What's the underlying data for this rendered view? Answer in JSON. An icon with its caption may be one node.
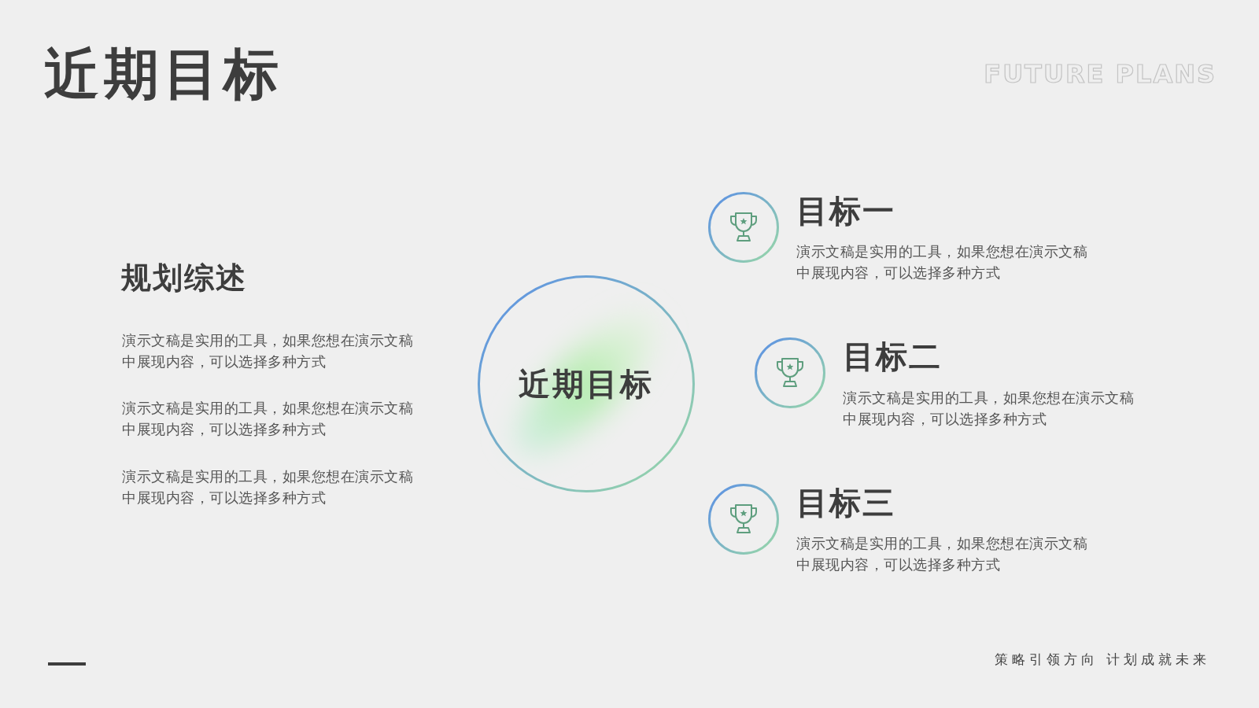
{
  "diagram": {
    "title": "近期目标",
    "nodes": [
      {
        "text": [
          "近期目标"
        ]
      },
      {
        "text": [
          "目标一",
          "演示文稿是实用的工具，如果您想在演示文稿中展现内容，可以选择多种方式"
        ]
      },
      {
        "text": [
          "目标二",
          "演示文稿是实用的工具，如果您想在演示文稿中展现内容，可以选择多种方式"
        ]
      },
      {
        "text": [
          "目标三",
          "演示文稿是实用的工具，如果您想在演示文稿中展现内容，可以选择多种方式"
        ]
      }
    ],
    "labels": [
      "FUTURE PLANS",
      "规划综述",
      "演示文稿是实用的工具，如果您想在演示文稿中展现内容，可以选择多种方式",
      "演示文稿是实用的工具，如果您想在演示文稿中展现内容，可以选择多种方式",
      "演示文稿是实用的工具，如果您想在演示文稿中展现内容，可以选择多种方式",
      "策略引领方向 计划成就未来"
    ]
  }
}
